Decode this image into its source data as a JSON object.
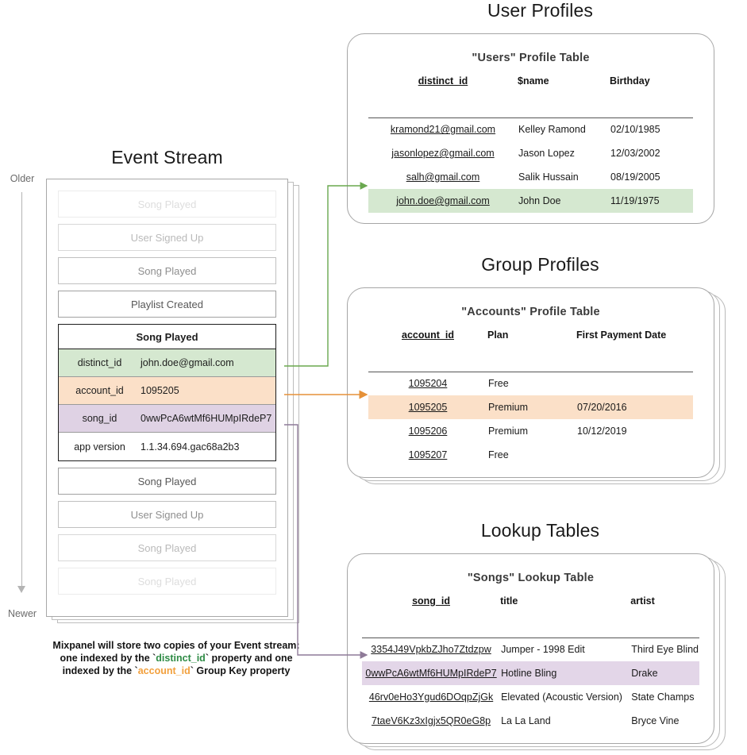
{
  "colors": {
    "green": "#d5e8d0",
    "orange": "#fbe0c8",
    "purple": "#e3d6e8",
    "green_arrow": "#6aa84f",
    "orange_arrow": "#e69138",
    "purple_arrow": "#8e7a98",
    "caption_green": "#2e8b45",
    "caption_orange": "#f2a03d"
  },
  "timeline": {
    "older_label": "Older",
    "newer_label": "Newer",
    "arrow_icon": "down-arrow-icon"
  },
  "event_stream": {
    "title": "Event Stream",
    "items_above": [
      {
        "label": "Song Played",
        "fade": "f1"
      },
      {
        "label": "User Signed Up",
        "fade": "f2"
      },
      {
        "label": "Song Played",
        "fade": "f3"
      },
      {
        "label": "Playlist Created",
        "fade": "f4"
      }
    ],
    "highlighted_event": {
      "name": "Song Played",
      "properties": [
        {
          "key": "distinct_id",
          "value": "john.doe@gmail.com",
          "highlight": "green"
        },
        {
          "key": "account_id",
          "value": "1095205",
          "highlight": "orange"
        },
        {
          "key": "song_id",
          "value": "0wwPcA6wtMf6HUMpIRdeP7",
          "highlight": "purple"
        },
        {
          "key": "app version",
          "value": "1.1.34.694.gac68a2b3",
          "highlight": "plain"
        }
      ]
    },
    "items_below": [
      {
        "label": "Song Played",
        "fade": "f4"
      },
      {
        "label": "User Signed Up",
        "fade": "f3"
      },
      {
        "label": "Song Played",
        "fade": "f2"
      },
      {
        "label": "Song Played",
        "fade": "f1"
      }
    ],
    "caption": {
      "line1": "Mixpanel will store two copies of your Event stream:",
      "line2_a": "one indexed by the `",
      "line2_key": "distinct_id",
      "line2_b": "` property and one",
      "line3_a": "indexed by the `",
      "line3_key": "account_id",
      "line3_b": "` Group Key property"
    }
  },
  "user_profiles": {
    "title": "User Profiles",
    "table_title": "\"Users\" Profile Table",
    "columns": [
      "distinct_id",
      "$name",
      "Birthday"
    ],
    "rows": [
      {
        "cells": [
          "kramond21@gmail.com",
          "Kelley Ramond",
          "02/10/1985"
        ],
        "highlight": ""
      },
      {
        "cells": [
          "jasonlopez@gmail.com",
          "Jason Lopez",
          "12/03/2002"
        ],
        "highlight": ""
      },
      {
        "cells": [
          "salh@gmail.com",
          "Salik Hussain",
          "08/19/2005"
        ],
        "highlight": ""
      },
      {
        "cells": [
          "john.doe@gmail.com",
          "John Doe",
          "11/19/1975"
        ],
        "highlight": "hl-green"
      }
    ]
  },
  "group_profiles": {
    "title": "Group Profiles",
    "table_title": "\"Accounts\" Profile Table",
    "columns": [
      "account_id",
      "Plan",
      "First Payment Date"
    ],
    "rows": [
      {
        "cells": [
          "1095204",
          "Free",
          ""
        ],
        "highlight": ""
      },
      {
        "cells": [
          "1095205",
          "Premium",
          "07/20/2016"
        ],
        "highlight": "hl-orange"
      },
      {
        "cells": [
          "1095206",
          "Premium",
          "10/12/2019"
        ],
        "highlight": ""
      },
      {
        "cells": [
          "1095207",
          "Free",
          ""
        ],
        "highlight": ""
      }
    ]
  },
  "lookup_tables": {
    "title": "Lookup Tables",
    "table_title": "\"Songs\" Lookup Table",
    "columns": [
      "song_id",
      "title",
      "artist"
    ],
    "rows": [
      {
        "cells": [
          "3354J49VpkbZJho7Ztdzpw",
          "Jumper - 1998 Edit",
          "Third Eye Blind"
        ],
        "highlight": ""
      },
      {
        "cells": [
          "0wwPcA6wtMf6HUMpIRdeP7",
          "Hotline Bling",
          "Drake"
        ],
        "highlight": "hl-purple"
      },
      {
        "cells": [
          "46rv0eHo3Ygud6DOqpZjGk",
          "Elevated (Acoustic Version)",
          "State Champs"
        ],
        "highlight": ""
      },
      {
        "cells": [
          "7taeV6Kz3xIgjx5QR0eG8p",
          "La La Land",
          "Bryce Vine"
        ],
        "highlight": ""
      }
    ]
  }
}
